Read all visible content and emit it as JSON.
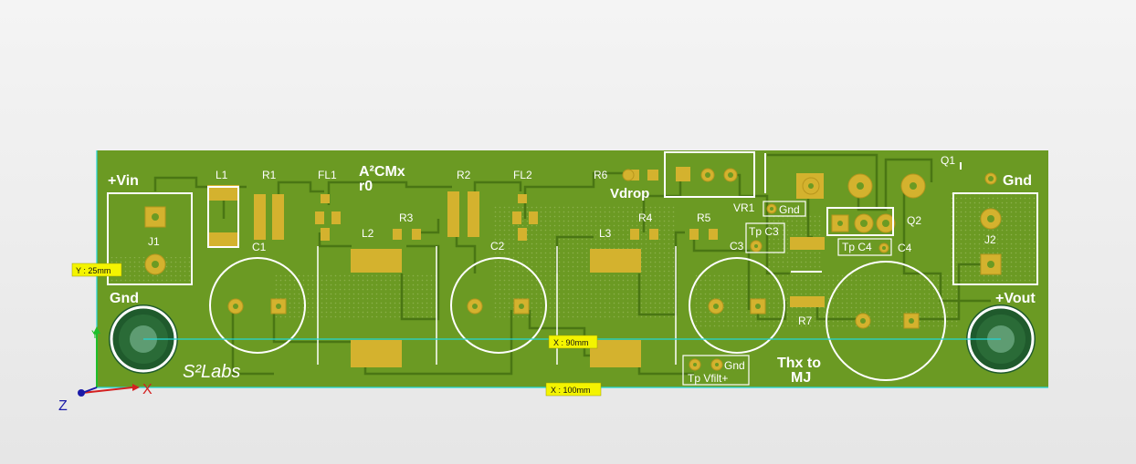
{
  "board": {
    "title": "A²CMx",
    "revision": "r0",
    "credit_line1": "Thx to",
    "credit_line2": "MJ",
    "logo": "S²Labs",
    "colors": {
      "board": "#6b9a23",
      "copper": "#d4b22e",
      "trace": "#4f7d16",
      "silkscreen": "#ffffff",
      "hole": "#1e5a2e",
      "background": "#eeeeee"
    }
  },
  "labels": {
    "vin": "+Vin",
    "gnd_left": "Gnd",
    "gnd_right": "Gnd",
    "vout": "+Vout",
    "j1": "J1",
    "j2": "J2",
    "l1": "L1",
    "r1": "R1",
    "fl1": "FL1",
    "r2": "R2",
    "fl2": "FL2",
    "r6": "R6",
    "vdrop": "Vdrop",
    "q1": "Q1",
    "q2": "Q2",
    "vr1": "VR1",
    "tp_gnd": "Gnd",
    "l2": "L2",
    "r3": "R3",
    "c1": "C1",
    "c2": "C2",
    "l3": "L3",
    "r4": "R4",
    "r5": "R5",
    "tp_c3": "Tp C3",
    "c3": "C3",
    "tp_c4": "Tp C4",
    "c4": "C4",
    "r7": "R7",
    "tp_vfilt": "Tp Vfilt+",
    "tp_vfilt_gnd": "Gnd"
  },
  "measurements": {
    "y_dim": "Y : 25mm",
    "x_dim_inner": "X : 90mm",
    "x_dim_outer": "X : 100mm"
  },
  "axes": {
    "x": "X",
    "y": "Y",
    "z": "Z",
    "x_color": "#d42020",
    "y_color": "#1fbf2a",
    "z_color": "#1a1aa8"
  }
}
